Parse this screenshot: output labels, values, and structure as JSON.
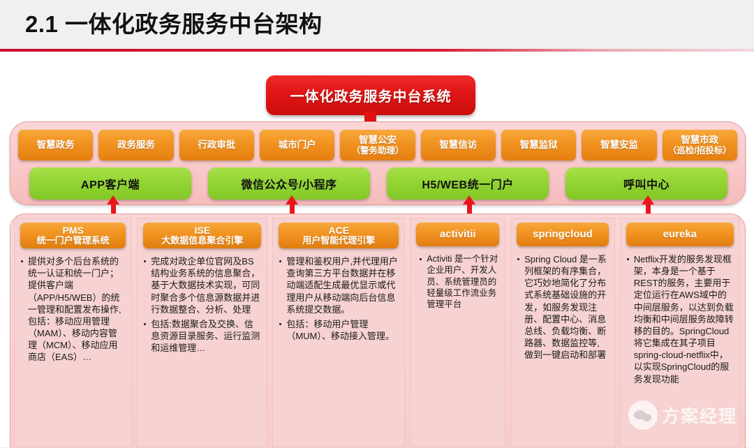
{
  "header": {
    "title": "2.1 一体化政务服务中台架构",
    "rule_color": "#c8102e"
  },
  "system_box": {
    "label": "一体化政务服务中台系统",
    "color": "#e01515"
  },
  "channels_row": {
    "color": "#f0911f",
    "items": [
      {
        "line1": "智慧政务",
        "line2": ""
      },
      {
        "line1": "政务服务",
        "line2": ""
      },
      {
        "line1": "行政审批",
        "line2": ""
      },
      {
        "line1": "城市门户",
        "line2": ""
      },
      {
        "line1": "智慧公安",
        "line2": "（警务助理）"
      },
      {
        "line1": "智慧信访",
        "line2": ""
      },
      {
        "line1": "智慧监狱",
        "line2": ""
      },
      {
        "line1": "智慧安监",
        "line2": ""
      },
      {
        "line1": "智慧市政",
        "line2": "（巡检/招投标）"
      }
    ]
  },
  "terminals_row": {
    "color": "#92d433",
    "items": [
      {
        "label": "APP客户端"
      },
      {
        "label": "微信公众号/小程序"
      },
      {
        "label": "H5/WEB统一门户"
      },
      {
        "label": "呼叫中心"
      }
    ]
  },
  "components": [
    {
      "head_line1": "PMS",
      "head_line2": "统一门户管理系统",
      "bullets": [
        "提供对多个后台系统的统一认证和统一门户；提供客户端（APP/H5/WEB）的统一管理和配置发布操作,包括：移动应用管理（MAM）、移动内容管理（MCM）、移动应用商店（EAS）…"
      ]
    },
    {
      "head_line1": "ISE",
      "head_line2": "大数据信息聚合引擎",
      "bullets": [
        "完成对政企单位官网及BS结构业务系统的信息聚合，基于大数据技术实现，可同时聚合多个信息源数据并进行数据整合、分析、处理",
        "包括:数据聚合及交换、信息资源目录服务、运行监测和运维管理…"
      ]
    },
    {
      "head_line1": "ACE",
      "head_line2": "用户智能代理引擎",
      "bullets": [
        "管理和鉴权用户,并代理用户查询第三方平台数据并在移动端适配生成最优显示或代理用户从移动端向后台信息系统提交数据。",
        "包括：移动用户管理（MUM）、移动接入管理。"
      ]
    },
    {
      "head_line1": "activitii",
      "head_line2": "",
      "bullets": [
        "Activiti 是一个针对企业用户、开发人员、系统管理员的轻量级工作流业务管理平台"
      ]
    },
    {
      "head_line1": "springcloud",
      "head_line2": "",
      "bullets": [
        "Spring Cloud 是一系列框架的有序集合，它巧妙地简化了分布式系统基础设施的开发，如服务发现注册、配置中心、消息总线、负载均衡、断路器、数据监控等, 做到一键启动和部署"
      ]
    },
    {
      "head_line1": "eureka",
      "head_line2": "",
      "bullets": [
        "Netflix开发的服务发现框架，本身是一个基于REST的服务，主要用于定位运行在AWS域中的中间层服务，以达到负载均衡和中间层服务故障转移的目的。SpringCloud将它集成在其子项目spring-cloud-netflix中，以实现SpringCloud的服务发现功能"
      ]
    }
  ],
  "watermark": {
    "text": "方案经理",
    "icon": "wechat-icon"
  }
}
